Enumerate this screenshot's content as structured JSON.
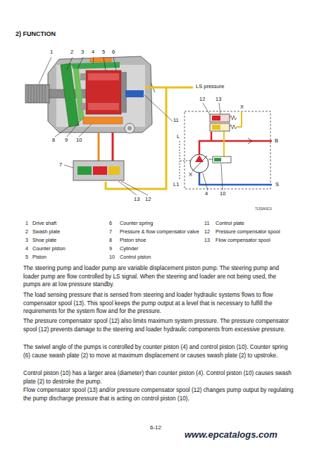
{
  "diagram": {
    "title": "2) FUNCTION",
    "labels": [
      "1",
      "2",
      "3",
      "4",
      "5",
      "6",
      "LS pressure",
      "12",
      "13",
      "X",
      "11",
      "L",
      "B",
      "8",
      "9",
      "10",
      "X",
      "7",
      "L1",
      "S",
      "4",
      "10",
      "13",
      "12",
      "7L5SM3C0",
      "1",
      "Drive shaft",
      "2",
      "Swash plate",
      "3",
      "Shoe plate",
      "4",
      "Counter piston",
      "5",
      "Piston",
      "6",
      "Counter spring",
      "7",
      "Pressure & flow compensator valve",
      "8",
      "Piston shoe",
      "9",
      "Cylinder",
      "10",
      "Control piston",
      "11",
      "Control plate",
      "12",
      "Pressure compensator spool",
      "13",
      "Flow compensator spool",
      "The steering pump and loader pump are variable displacement piston pump. The steering pump and loader pump are flow controlled by LS signal. When the steering and loader are not being used, the pumps are at low pressure standby.",
      "The load sensing pressure that is sensed from steering and loader hydraulic systems flows to flow compensator spool (13). This spool keeps the pump output at a level that is necessary to fulfill the requirements for the system flow and for the pressure.",
      "The pressure compensator spool (12) also limits maximum system pressure. The pressure compensator spool (12) prevents damage to the steering and loader hydraulic components from excessive pressure.",
      "The swivel angle of the pumps is controlled by counter piston (4) and control piston (10). Counter spring (6) cause swash plate (2) to move at maximum displacement or causes swash plate (2) to upstroke.",
      "Control piston (10) has a larger area (diameter) than counter piston (4). Control piston (10) causes swash plate (2) to destroke the pump.",
      "Flow compensator spool (13) and/or pressure compensator spool (12) changes pump output by regulating the pump discharge pressure that is acting on control piston (10).",
      "6-12",
      "www.epcatalogs.com"
    ]
  }
}
